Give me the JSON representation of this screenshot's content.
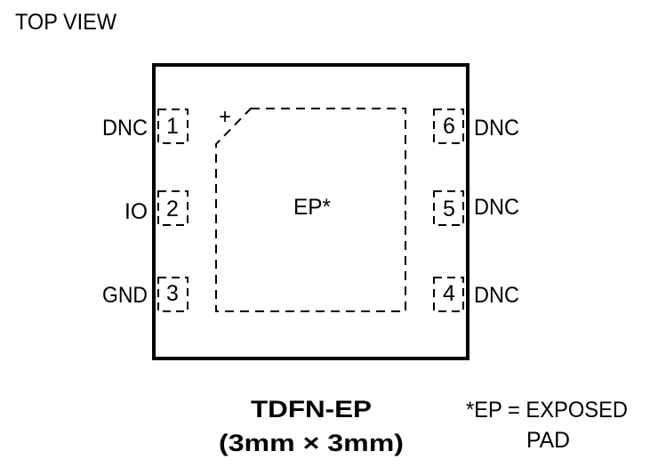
{
  "view_label": "TOP VIEW",
  "package": {
    "name": "TDFN-EP",
    "dimensions": "(3mm × 3mm)"
  },
  "exposed_pad": {
    "label": "EP*",
    "pin1_marker": "+"
  },
  "pins": [
    {
      "number": "1",
      "name": "DNC"
    },
    {
      "number": "2",
      "name": "IO"
    },
    {
      "number": "3",
      "name": "GND"
    },
    {
      "number": "4",
      "name": "DNC"
    },
    {
      "number": "5",
      "name": "DNC"
    },
    {
      "number": "6",
      "name": "DNC"
    }
  ],
  "footnote": {
    "line1": "*EP = EXPOSED",
    "line2": "PAD"
  },
  "colors": {
    "ink": "#000000",
    "background": "#ffffff"
  }
}
